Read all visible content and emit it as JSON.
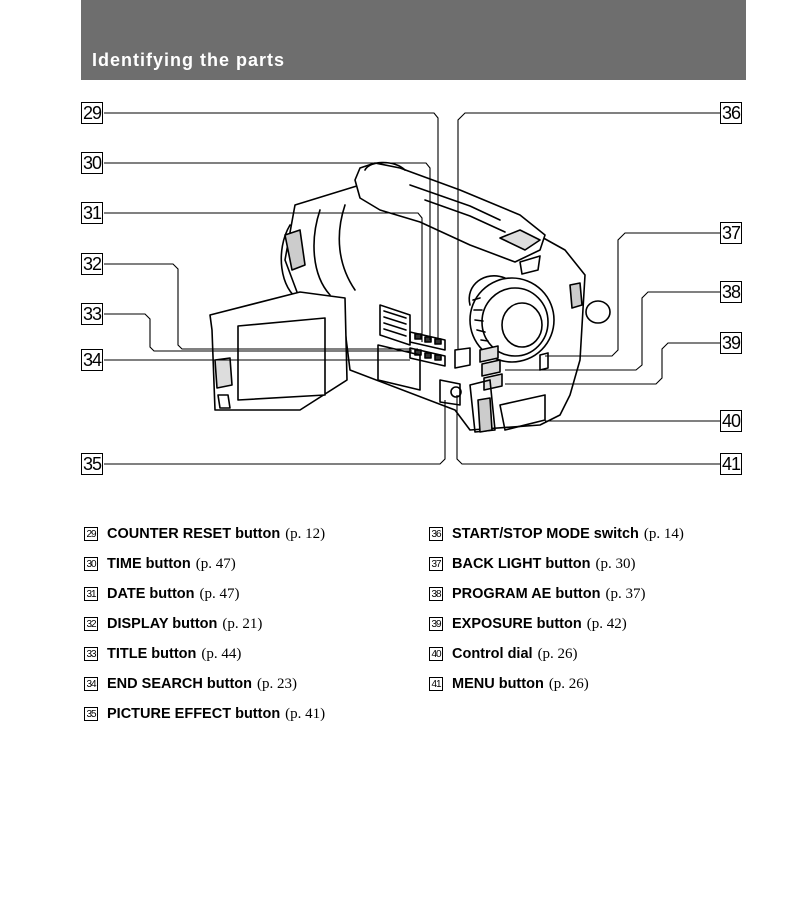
{
  "header": {
    "title": "Identifying the parts"
  },
  "callouts_left": [
    {
      "num": "29"
    },
    {
      "num": "30"
    },
    {
      "num": "31"
    },
    {
      "num": "32"
    },
    {
      "num": "33"
    },
    {
      "num": "34"
    },
    {
      "num": "35"
    }
  ],
  "callouts_right": [
    {
      "num": "36"
    },
    {
      "num": "37"
    },
    {
      "num": "38"
    },
    {
      "num": "39"
    },
    {
      "num": "40"
    },
    {
      "num": "41"
    }
  ],
  "parts_left": [
    {
      "num": "29",
      "name": "COUNTER RESET button",
      "page": "(p. 12)"
    },
    {
      "num": "30",
      "name": "TIME button",
      "page": "(p. 47)"
    },
    {
      "num": "31",
      "name": "DATE button",
      "page": "(p. 47)"
    },
    {
      "num": "32",
      "name": "DISPLAY button",
      "page": "(p. 21)"
    },
    {
      "num": "33",
      "name": "TITLE button",
      "page": "(p. 44)"
    },
    {
      "num": "34",
      "name": "END SEARCH button",
      "page": "(p. 23)"
    },
    {
      "num": "35",
      "name": "PICTURE EFFECT button",
      "page": "(p. 41)"
    }
  ],
  "parts_right": [
    {
      "num": "36",
      "name": "START/STOP MODE switch",
      "page": "(p. 14)"
    },
    {
      "num": "37",
      "name": "BACK LIGHT button",
      "page": "(p. 30)"
    },
    {
      "num": "38",
      "name": "PROGRAM AE button",
      "page": "(p. 37)"
    },
    {
      "num": "39",
      "name": "EXPOSURE button",
      "page": "(p. 42)"
    },
    {
      "num": "40",
      "name": "Control dial",
      "page": "(p. 26)"
    },
    {
      "num": "41",
      "name": "MENU button",
      "page": "(p. 26)"
    }
  ]
}
